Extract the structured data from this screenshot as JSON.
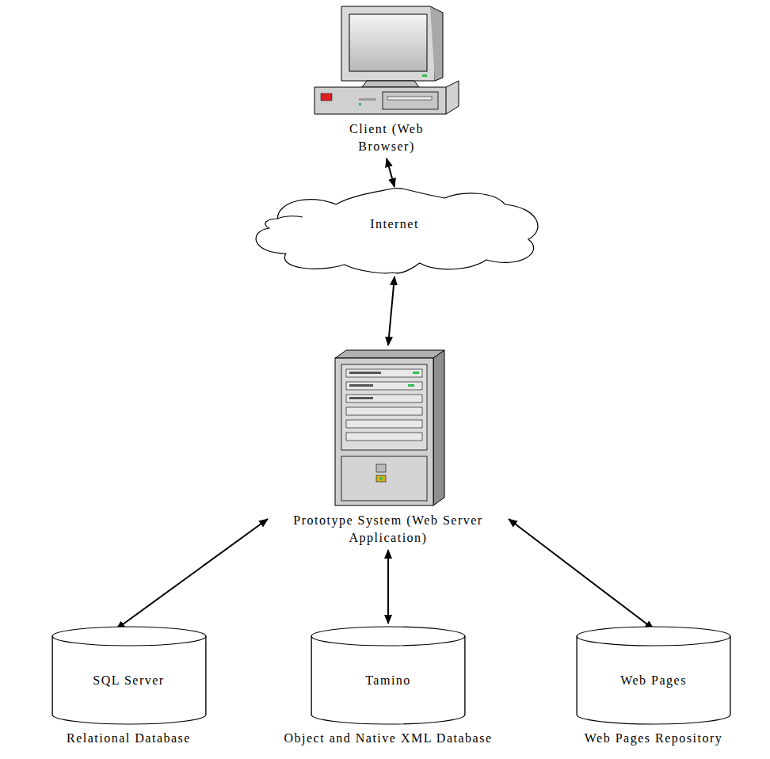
{
  "diagram": {
    "nodes": [
      {
        "text": [
          "Client (Web Browser)"
        ]
      },
      {
        "text": [
          "Internet"
        ]
      },
      {
        "text": [
          "Prototype System (Web Server Application)"
        ]
      },
      {
        "text": [
          "SQL Server",
          "Relational Database"
        ]
      },
      {
        "text": [
          "Tamino",
          "Object and Native XML Database"
        ]
      },
      {
        "text": [
          "Web Pages",
          "Web Pages Repository"
        ]
      }
    ],
    "edges": [
      {
        "from": 0,
        "to": 1,
        "arrow": "both"
      },
      {
        "from": 1,
        "to": 2,
        "arrow": "both"
      },
      {
        "from": 2,
        "to": 3,
        "arrow": "both"
      },
      {
        "from": 2,
        "to": 4,
        "arrow": "both"
      },
      {
        "from": 2,
        "to": 5,
        "arrow": "both"
      }
    ]
  }
}
